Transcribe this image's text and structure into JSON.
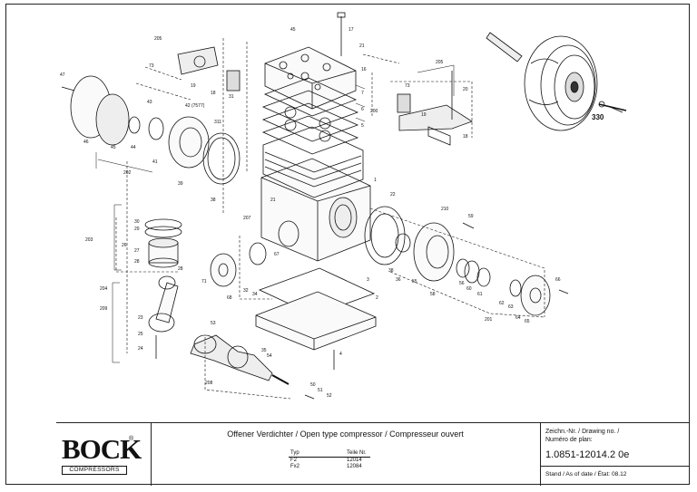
{
  "title_block": {
    "logo_word": "BOCK",
    "logo_mark": "®",
    "logo_sub": "COMPRESSORS",
    "title": "Offener Verdichter / Open type compressor / Compresseur ouvert",
    "type_header": "Typ",
    "part_header": "Teile Nr.",
    "rows": [
      {
        "type": "F2",
        "part": "12014"
      },
      {
        "type": "Fx2",
        "part": "12084"
      }
    ],
    "drawing_label_1": "Zeichn.-Nr. / Drawing no. /",
    "drawing_label_2": "Numéro de plan:",
    "drawing_number": "1.0851-12014.2 0e",
    "stand_label": "Stand / As of date / État:",
    "stand_value": "08.12"
  },
  "callouts": {
    "c330": "330",
    "c17": "17",
    "c21": "21",
    "c45": "45",
    "c16": "16",
    "c7": "7",
    "c6": "6",
    "c200": "200",
    "c5": "5",
    "c205": "205",
    "c73": "73",
    "c20": "20",
    "c19": "19",
    "c18": "18",
    "c31": "31",
    "c42": "42 (7577)",
    "c47": "47",
    "c46": "46",
    "c43": "43",
    "c44": "44",
    "c41": "41",
    "c202": "202",
    "c311": "311",
    "c39": "39",
    "c38": "38",
    "c22": "22",
    "c210": "210",
    "c59": "59",
    "c1": "1",
    "c207": "207",
    "c30": "30",
    "c29": "29",
    "c203": "203",
    "c27": "27",
    "c28": "28",
    "c26": "26",
    "c71": "71",
    "c68": "68",
    "c67": "67",
    "c36": "36",
    "c55": "55",
    "c58": "58",
    "c56": "56",
    "c60": "60",
    "c61": "61",
    "c62": "62",
    "c63": "63",
    "c64": "64",
    "c65": "65",
    "c66": "66",
    "c201": "201",
    "c204": "204",
    "c209": "209",
    "c23": "23",
    "c25": "25",
    "c24": "24",
    "c32": "32",
    "c34": "34",
    "c3": "3",
    "c2": "2",
    "c53": "53",
    "c35": "35",
    "c54": "54",
    "c4": "4",
    "c50": "50",
    "c51": "51",
    "c52": "52",
    "c208": "208"
  }
}
